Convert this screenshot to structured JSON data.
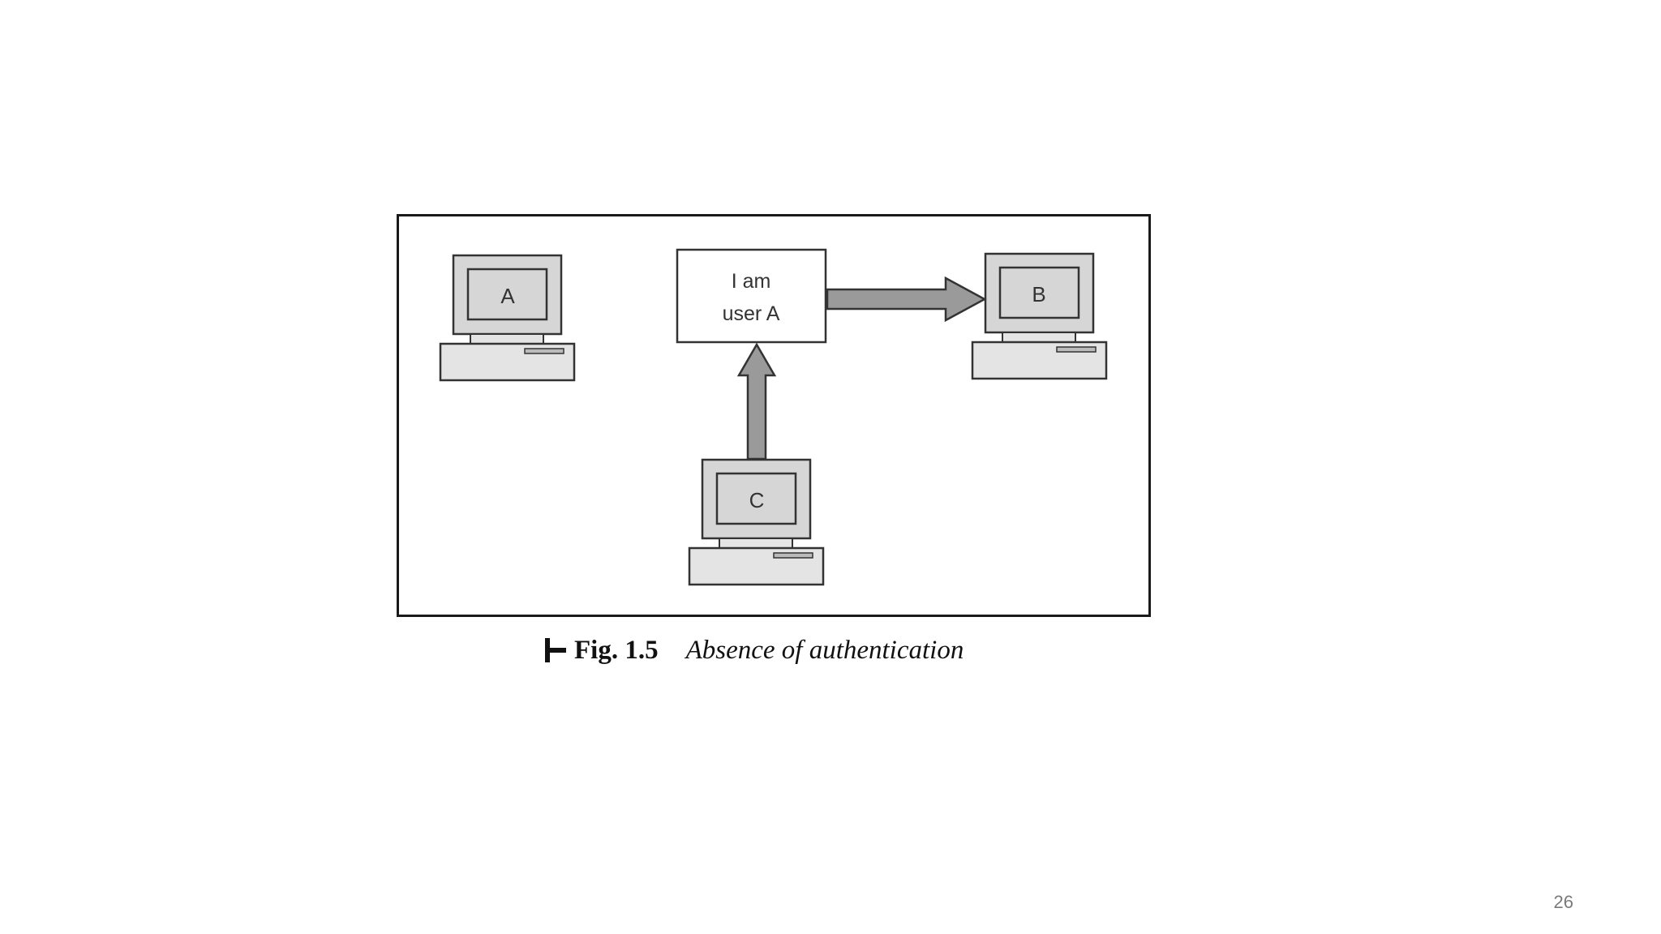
{
  "diagram": {
    "computers": [
      {
        "id": "A",
        "label": "A"
      },
      {
        "id": "B",
        "label": "B"
      },
      {
        "id": "C",
        "label": "C"
      }
    ],
    "message": {
      "line1": "I am",
      "line2": "user A"
    }
  },
  "caption": {
    "figure_number": "Fig. 1.5",
    "title": "Absence of authentication"
  },
  "page_number": "26",
  "colors": {
    "frame": "#1a1a1a",
    "computer_fill": "#d6d6d6",
    "computer_stroke": "#333333",
    "arrow_fill": "#9a9a9a",
    "text": "#333333"
  }
}
